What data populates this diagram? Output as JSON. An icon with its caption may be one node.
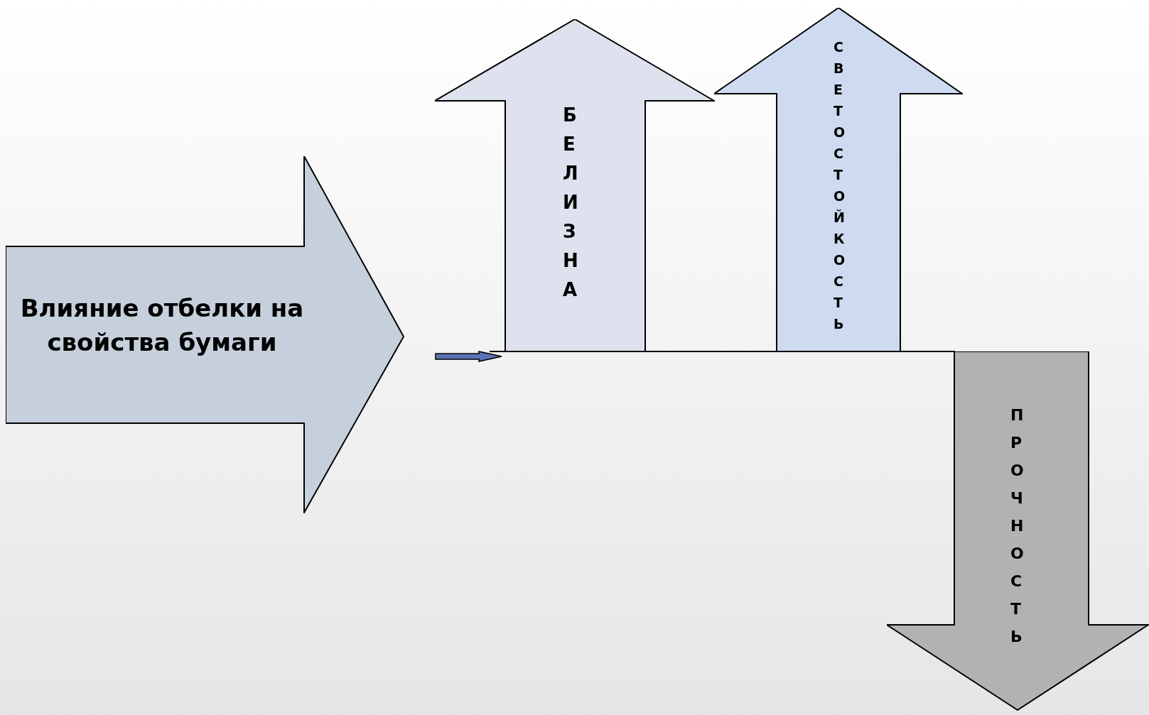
{
  "diagram": {
    "nodes": [
      {
        "text": [
          "Влияние отбелки на свойства бумаги"
        ]
      },
      {
        "text": [
          "БЕЛИЗНА"
        ]
      },
      {
        "text": [
          "СВЕТОСТОЙКОСТЬ"
        ]
      },
      {
        "text": [
          "ПРОЧНОСТЬ"
        ]
      }
    ]
  }
}
